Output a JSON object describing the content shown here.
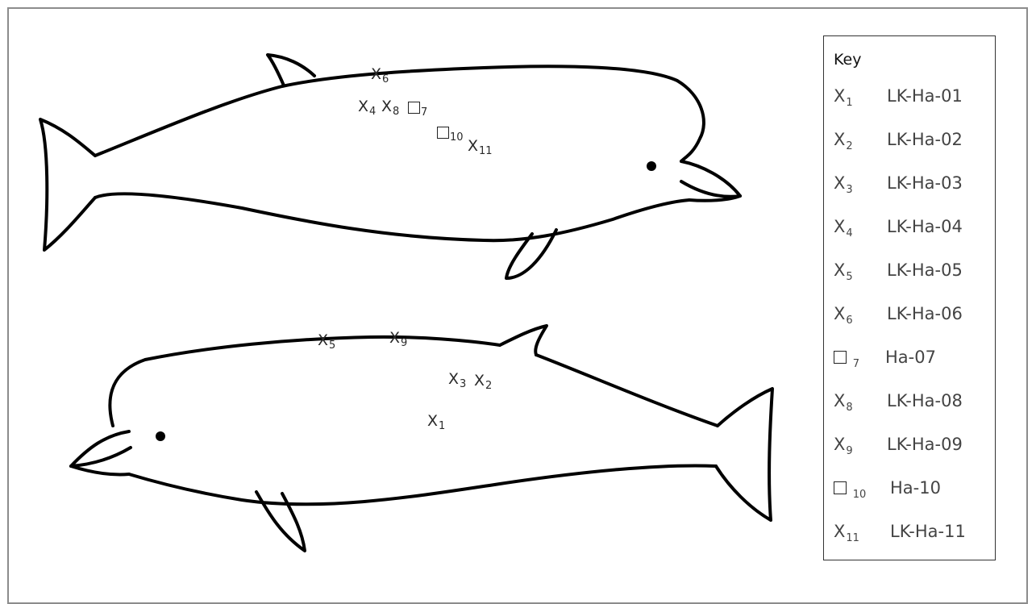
{
  "markers": [
    {
      "id": "x1",
      "shape": "X",
      "index": "1"
    },
    {
      "id": "x2",
      "shape": "X",
      "index": "2"
    },
    {
      "id": "x3",
      "shape": "X",
      "index": "3"
    },
    {
      "id": "x4",
      "shape": "X",
      "index": "4"
    },
    {
      "id": "x5",
      "shape": "X",
      "index": "5"
    },
    {
      "id": "x6",
      "shape": "X",
      "index": "6"
    },
    {
      "id": "s7",
      "shape": "box",
      "index": "7"
    },
    {
      "id": "x8",
      "shape": "X",
      "index": "8"
    },
    {
      "id": "x9",
      "shape": "X",
      "index": "9"
    },
    {
      "id": "s10",
      "shape": "box",
      "index": "10"
    },
    {
      "id": "x11",
      "shape": "X",
      "index": "11"
    }
  ],
  "key": {
    "title": "Key",
    "entries": [
      {
        "symbol": "X",
        "index": "1",
        "label": "LK-Ha-01"
      },
      {
        "symbol": "X",
        "index": "2",
        "label": "LK-Ha-02"
      },
      {
        "symbol": "X",
        "index": "3",
        "label": "LK-Ha-03"
      },
      {
        "symbol": "X",
        "index": "4",
        "label": "LK-Ha-04"
      },
      {
        "symbol": "X",
        "index": "5",
        "label": "LK-Ha-05"
      },
      {
        "symbol": "X",
        "index": "6",
        "label": "LK-Ha-06"
      },
      {
        "symbol": "box",
        "index": "7",
        "label": "Ha-07"
      },
      {
        "symbol": "X",
        "index": "8",
        "label": "LK-Ha-08"
      },
      {
        "symbol": "X",
        "index": "9",
        "label": "LK-Ha-09"
      },
      {
        "symbol": "box",
        "index": "10",
        "label": "Ha-10"
      },
      {
        "symbol": "X",
        "index": "11",
        "label": "LK-Ha-11"
      }
    ]
  }
}
